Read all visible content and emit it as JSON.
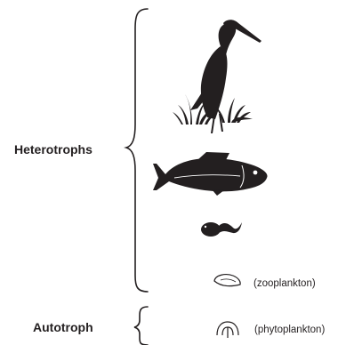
{
  "groups": {
    "heterotrophs": "Heterotrophs",
    "autotroph": "Autotroph"
  },
  "organisms": {
    "zooplankton_label": "(zooplankton)",
    "phytoplankton_label": "(phytoplankton)"
  },
  "colors": {
    "ink": "#231f20",
    "background": "#ffffff"
  },
  "icons": [
    "heron-icon",
    "fish-icon",
    "tadpole-icon",
    "zooplankton-icon",
    "phytoplankton-icon"
  ]
}
